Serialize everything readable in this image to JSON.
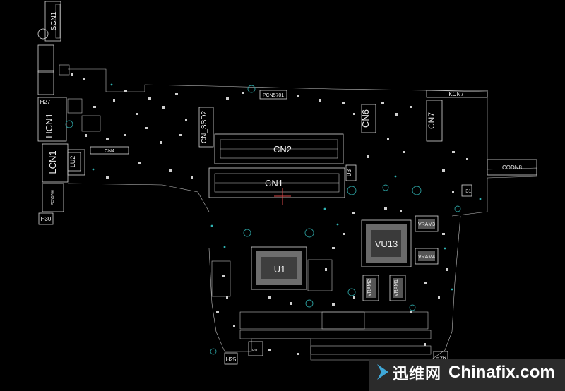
{
  "board": {
    "labels": {
      "scn1": "SCN1",
      "hcn1": "HCN1",
      "lcn1": "LCN1",
      "lu2": "LU2",
      "h27": "H27",
      "h30": "H30",
      "cn4": "CN4",
      "cn_ssd2": "CN_SSD2",
      "pcn5701": "PCN5701",
      "cn2": "CN2",
      "cn1": "CN1",
      "u3": "U3",
      "cn6": "CN6",
      "cn7_vert": "CN7",
      "kcn7": "KCN7",
      "codn8": "CODN8",
      "h31": "H31",
      "vu13": "VU13",
      "vram3": "VRAM3",
      "vram4": "VRAM4",
      "vram2": "VRAM2",
      "vram1": "VRAM1",
      "u1": "U1",
      "h25": "H25",
      "h26": "H26",
      "pu1": "PU1",
      "pcn5706": "PCN5706"
    }
  },
  "watermark": {
    "chinese": "迅维网",
    "site": "Chinafix.com"
  }
}
